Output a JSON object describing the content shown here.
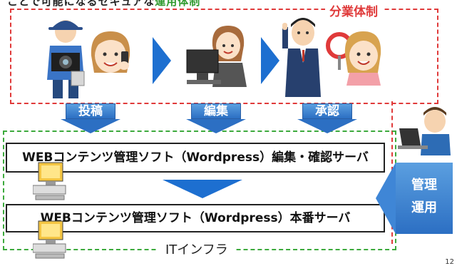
{
  "header": {
    "title_main": "ことで可能になるセキュアな",
    "title_highlight": "運用体制"
  },
  "red_frame_label": "分業体制",
  "workflow": {
    "steps": [
      "投稿",
      "編集",
      "承認"
    ]
  },
  "servers": {
    "edit_server": "WEBコンテンツ管理ソフト（Wordpress）編集・確認サーバ",
    "prod_server": "WEBコンテンツ管理ソフト（Wordpress）本番サーバ"
  },
  "admin_arrow": {
    "line1": "管理",
    "line2": "運用"
  },
  "green_frame_label": "ITインフラ",
  "page_number": "12",
  "colors": {
    "red_dash": "#e03a3a",
    "green_dash": "#3daa3d",
    "arrow_blue": "#2c6fc3",
    "chevron_blue": "#1d6fd0"
  },
  "icons": [
    "photographer-icon",
    "woman-smartphone-icon",
    "woman-computer-icon",
    "man-suit-icon",
    "woman-circle-sign-icon",
    "man-laptop-icon",
    "server-computer-icon"
  ]
}
